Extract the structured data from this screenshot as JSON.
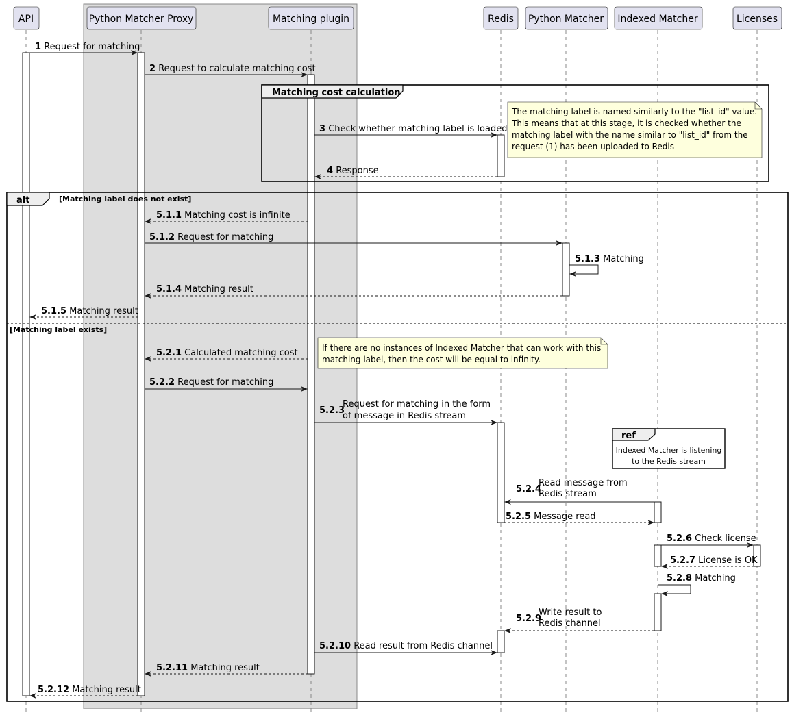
{
  "participants": {
    "api": "API",
    "proxy": "Python Matcher Proxy",
    "plugin": "Matching plugin",
    "redis": "Redis",
    "pymatcher": "Python Matcher",
    "indexed": "Indexed Matcher",
    "licenses": "Licenses"
  },
  "groups": {
    "cost_calc": "Matching cost calculation",
    "alt": "alt",
    "alt_cond1": "[Matching label does not exist]",
    "alt_cond2": "[Matching label exists]",
    "ref": "ref",
    "ref_line1": "Indexed Matcher is listening",
    "ref_line2": "to the Redis stream"
  },
  "notes": {
    "redis_note": [
      "The matching label is named similarly to the \"list_id\" value.",
      "This means that at this stage, it is checked whether the",
      "matching label with the name similar to \"list_id\" from the",
      "request (1) has been uploaded to Redis"
    ],
    "cost_note": [
      "If there are no instances of Indexed Matcher that can work with this",
      "matching label, then the cost will be equal to infinity."
    ]
  },
  "messages": [
    {
      "num": "1",
      "text": "Request for matching"
    },
    {
      "num": "2",
      "text": "Request to calculate matching cost"
    },
    {
      "num": "3",
      "text": "Check whether matching label is loaded"
    },
    {
      "num": "4",
      "text": "Response"
    },
    {
      "num": "5.1.1",
      "text": "Matching cost is infinite"
    },
    {
      "num": "5.1.2",
      "text": "Request for matching"
    },
    {
      "num": "5.1.3",
      "text": "Matching"
    },
    {
      "num": "5.1.4",
      "text": "Matching result"
    },
    {
      "num": "5.1.5",
      "text": "Matching result"
    },
    {
      "num": "5.2.1",
      "text": "Calculated matching cost"
    },
    {
      "num": "5.2.2",
      "text": "Request for matching"
    },
    {
      "num": "5.2.3",
      "text": "Request for matching in the form",
      "text2": "of message in Redis stream"
    },
    {
      "num": "5.2.4",
      "text": "Read message from",
      "text2": "Redis stream"
    },
    {
      "num": "5.2.5",
      "text": "Message read"
    },
    {
      "num": "5.2.6",
      "text": "Check license"
    },
    {
      "num": "5.2.7",
      "text": "License is OK"
    },
    {
      "num": "5.2.8",
      "text": "Matching"
    },
    {
      "num": "5.2.9",
      "text": "Write result to",
      "text2": "Redis channel"
    },
    {
      "num": "5.2.10",
      "text": "Read result from Redis channel"
    },
    {
      "num": "5.2.11",
      "text": "Matching result"
    },
    {
      "num": "5.2.12",
      "text": "Matching result"
    }
  ],
  "colors": {
    "box_fill": "#dddddd",
    "participant_fill": "#e2e2f0",
    "note_fill": "#feffdd",
    "line": "#181818"
  }
}
